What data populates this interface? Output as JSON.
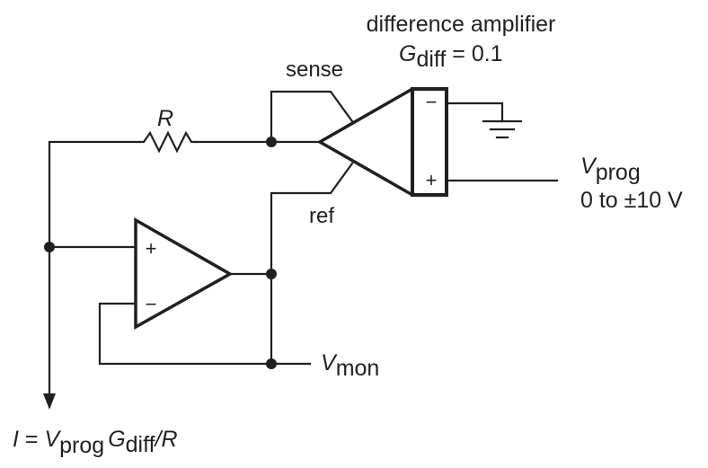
{
  "diagram": {
    "title": "difference amplifier",
    "gain_label": {
      "symbol": "G",
      "subscript": "diff",
      "value_text": " = 0.1"
    },
    "sense_label": "sense",
    "ref_label": "ref",
    "resistor_label": "R",
    "diff_amp_pins": {
      "minus": "−",
      "plus": "+"
    },
    "opamp_pins": {
      "plus": "+",
      "minus": "−"
    },
    "vprog": {
      "symbol": "V",
      "subscript": "prog",
      "range": "0 to ±10 V"
    },
    "vmon": {
      "symbol": "V",
      "subscript": "mon"
    },
    "current_equation": {
      "lhs": "I",
      "eq": " = ",
      "v": "V",
      "v_sub": "prog",
      "g": "G",
      "g_sub": "diff",
      "slash": "/",
      "r": "R"
    },
    "colors": {
      "ink": "#231f20",
      "background": "#ffffff"
    }
  }
}
